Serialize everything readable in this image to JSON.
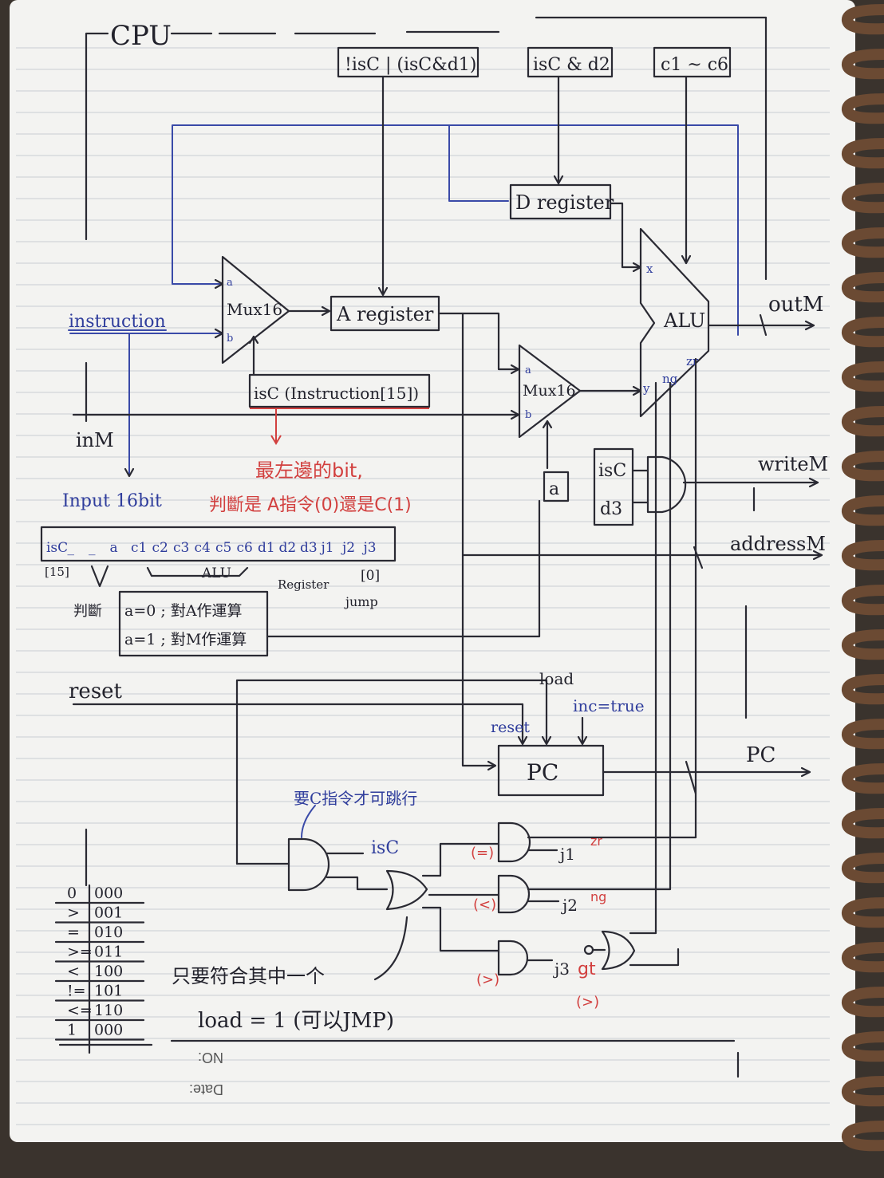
{
  "page": {
    "title": "CPU",
    "footer": {
      "date_label": "Date:",
      "no_label": "NO:"
    }
  },
  "labels": {
    "instruction": "instruction",
    "inM": "inM",
    "reset": "reset",
    "input_16bit": "Input 16bit",
    "ctrl_a_reg": "!isC | (isC&d1)",
    "ctrl_d_reg": "isC & d2",
    "ctrl_alu": "c1 ~ c6",
    "mux1": "Mux16",
    "mux2": "Mux16",
    "mux_a": "a",
    "mux_b": "b",
    "a_register": "A register",
    "d_register": "D register",
    "alu": "ALU",
    "alu_x": "x",
    "alu_y": "y",
    "alu_zr": "zr",
    "alu_ng": "ng",
    "isc_select": "isC (Instruction[15])",
    "a_box": "a",
    "write_and_isc": "isC",
    "write_and_d3": "d3",
    "outM": "outM",
    "writeM": "writeM",
    "addressM": "addressM",
    "pc": "PC",
    "pc_out": "PC",
    "pc_load": "load",
    "pc_reset": "reset",
    "pc_inc": "inc=true",
    "isC_gate": "isC",
    "need_c_note": "要C指令才可跳行",
    "j1": "j1",
    "j2": "j2",
    "j3": "j3",
    "zr": "zr",
    "ng": "ng",
    "gt": "gt",
    "gt_sym": "(>)",
    "eq_sym": "(=)",
    "lt_sym": "(<)",
    "gt_sym2": "(>)",
    "any_note": "只要符合其中一个",
    "load_note": "load = 1 (可以JMP)",
    "msb_note_1": "最左邊的bit,",
    "msb_note_2": "判斷是 A指令(0)還是C(1)"
  },
  "instruction_bits": {
    "fields": [
      "isC",
      "_",
      "_",
      "a",
      "c1",
      "c2",
      "c3",
      "c4",
      "c5",
      "c6",
      "d1",
      "d2",
      "d3",
      "j1",
      "j2",
      "j3"
    ],
    "bit15": "[15]",
    "judge": "判斷",
    "alu_group": "ALU",
    "register_group": "Register",
    "jump_group": "jump",
    "zero_label": "[0]",
    "a0": "a=0 ; 對A作運算",
    "a1": "a=1 ; 對M作運算"
  },
  "jump_table": [
    {
      "sym": "0",
      "bits": "000"
    },
    {
      "sym": ">",
      "bits": "001"
    },
    {
      "sym": "=",
      "bits": "010"
    },
    {
      "sym": ">=",
      "bits": "011"
    },
    {
      "sym": "<",
      "bits": "100"
    },
    {
      "sym": "!=",
      "bits": "101"
    },
    {
      "sym": "<=",
      "bits": "110"
    },
    {
      "sym": "1",
      "bits": "000"
    }
  ],
  "colors": {
    "paper": "#f3f3f1",
    "ink": "#2a2a33",
    "blue": "#3a4aa8",
    "red": "#d2403f",
    "binding": "#6b4a33"
  }
}
